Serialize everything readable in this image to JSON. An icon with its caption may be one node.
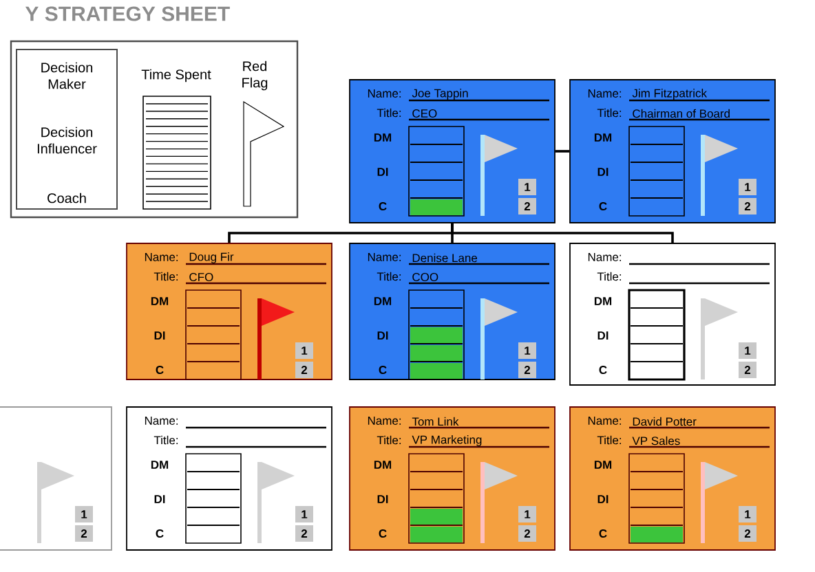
{
  "diagram": {
    "title": "Y STRATEGY SHEET",
    "nodes": [
      {
        "text": [
          "Time Spent",
          "Red Flag"
        ]
      },
      {
        "text": [
          "Decision Maker",
          "Decision Influencer",
          "Coach"
        ],
        "in": 0
      },
      {
        "text": [
          "Name:",
          "Joe Tappin",
          "Title:",
          "CEO",
          "DM",
          "DI",
          "C",
          "1",
          "2"
        ]
      },
      {
        "text": [
          "Name:",
          "Jim Fitzpatrick",
          "Title:",
          "Chairman of Board",
          "DM",
          "DI",
          "C",
          "1",
          "2"
        ]
      },
      {
        "text": [
          "Name:",
          "Doug Fir",
          "Title:",
          "CFO",
          "DM",
          "DI",
          "C",
          "1",
          "2"
        ]
      },
      {
        "text": [
          "Name:",
          "Denise Lane",
          "Title:",
          "COO",
          "DM",
          "DI",
          "C",
          "1",
          "2"
        ]
      },
      {
        "text": [
          "Name:",
          "Title:",
          "DM",
          "DI",
          "C",
          "1",
          "2"
        ]
      },
      {
        "text": [
          "1",
          "2"
        ]
      },
      {
        "text": [
          "Name:",
          "Title:",
          "DM",
          "DI",
          "C",
          "1",
          "2"
        ]
      },
      {
        "text": [
          "Name:",
          "Tom Link",
          "Title:",
          "VP Marketing",
          "DM",
          "DI",
          "C",
          "1",
          "2"
        ]
      },
      {
        "text": [
          "Name:",
          "David Potter",
          "Title:",
          "VP Sales",
          "DM",
          "DI",
          "C",
          "1",
          "2"
        ]
      }
    ],
    "edges": [
      {
        "from": 2,
        "to": 3,
        "arrow": "none"
      },
      {
        "from": 2,
        "to": 4,
        "arrow": "none"
      },
      {
        "from": 2,
        "to": 5,
        "arrow": "none"
      },
      {
        "from": 2,
        "to": 6,
        "arrow": "none"
      }
    ]
  }
}
